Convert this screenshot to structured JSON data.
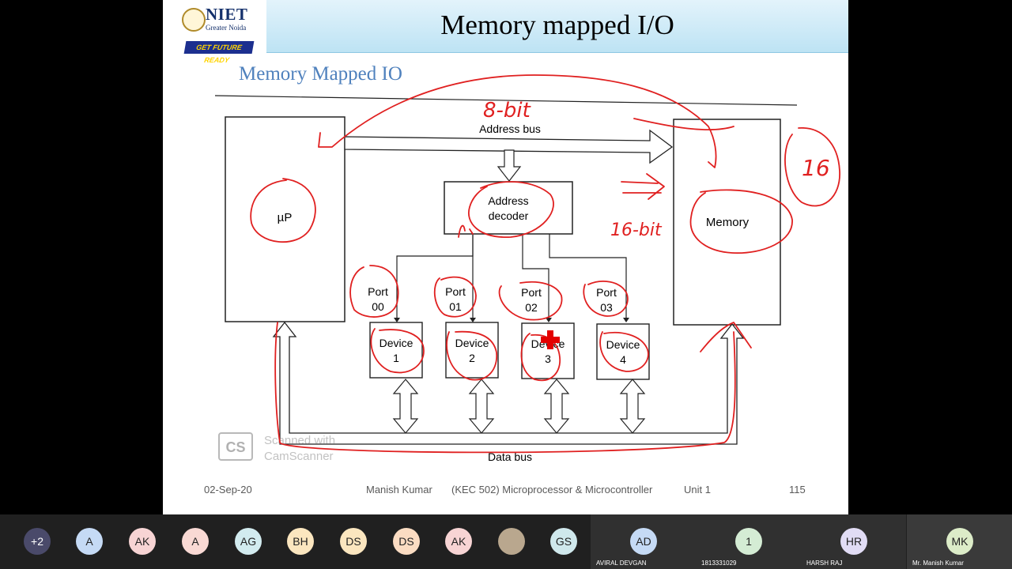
{
  "slide": {
    "logo_text": "NIET",
    "logo_subtext": "Greater Noida",
    "logo_tagline": "GET FUTURE READY",
    "title": "Memory mapped I/O",
    "heading": "Memory Mapped IO"
  },
  "diagram": {
    "processor_label": "µP",
    "address_bus_label": "Address bus",
    "address_decoder_label_line1": "Address",
    "address_decoder_label_line2": "decoder",
    "memory_label": "Memory",
    "data_bus_label": "Data bus",
    "ports": [
      {
        "line1": "Port",
        "line2": "00"
      },
      {
        "line1": "Port",
        "line2": "01"
      },
      {
        "line1": "Port",
        "line2": "02"
      },
      {
        "line1": "Port",
        "line2": "03"
      }
    ],
    "devices": [
      {
        "line1": "Device",
        "line2": "1"
      },
      {
        "line1": "Device",
        "line2": "2"
      },
      {
        "line1": "Device",
        "line2": "3"
      },
      {
        "line1": "Device",
        "line2": "4"
      }
    ],
    "watermark_line1": "Scanned with",
    "watermark_line2": "CamScanner",
    "watermark_logo": "CS",
    "annotations": {
      "bit8": "8-bit",
      "bit16": "16-bit",
      "b16": "16"
    }
  },
  "footer": {
    "date": "02-Sep-20",
    "author": "Manish Kumar",
    "course": "(KEC 502) Microprocessor & Microcontroller",
    "unit": "Unit 1",
    "page": "115"
  },
  "participants": {
    "overflow": "+2",
    "avatars": [
      {
        "initials": "A",
        "color": "#c5daf5"
      },
      {
        "initials": "AK",
        "color": "#f7d4d4"
      },
      {
        "initials": "A",
        "color": "#f9d9d4"
      },
      {
        "initials": "AG",
        "color": "#d2ebef"
      },
      {
        "initials": "BH",
        "color": "#fbe6bf"
      },
      {
        "initials": "DS",
        "color": "#fbe6bf"
      },
      {
        "initials": "DS",
        "color": "#fbdcc2"
      },
      {
        "initials": "AK",
        "color": "#f7d4d4"
      },
      {
        "initials": "",
        "color": "#b9a78e"
      },
      {
        "initials": "GS",
        "color": "#cfe8ec"
      }
    ],
    "tiles": [
      {
        "initials": "AD",
        "name": "AVIRAL DEVGAN",
        "color": "#c5daf5"
      },
      {
        "initials": "1",
        "name": "1813331029",
        "color": "#d4ecd4"
      },
      {
        "initials": "HR",
        "name": "HARSH RAJ",
        "color": "#e1dcf5"
      },
      {
        "initials": "MK",
        "name": "Mr. Manish Kumar",
        "color": "#dcecc8"
      }
    ]
  }
}
